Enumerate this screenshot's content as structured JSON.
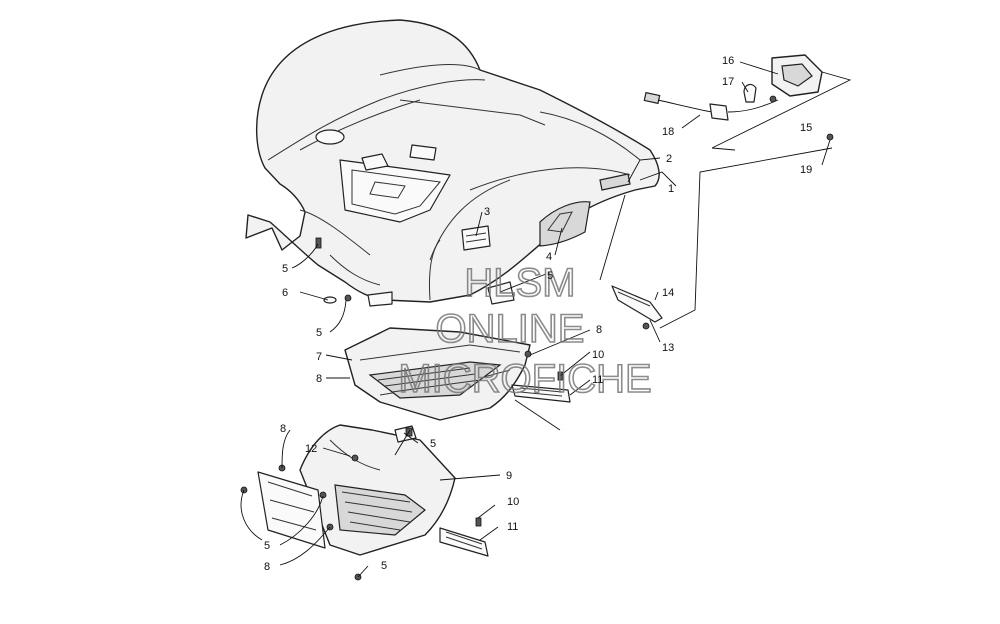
{
  "callouts": {
    "c1": "1",
    "c2": "2",
    "c3": "3",
    "c4": "4",
    "c5a": "5",
    "c5b": "5",
    "c5c": "5",
    "c5d": "5",
    "c5e": "5",
    "c5f": "5",
    "c6": "6",
    "c7": "7",
    "c8a": "8",
    "c8b": "8",
    "c8c": "8",
    "c8d": "8",
    "c9": "9",
    "c10a": "10",
    "c10b": "10",
    "c11a": "11",
    "c11b": "11",
    "c12": "12",
    "c13": "13",
    "c14": "14",
    "c15": "15",
    "c16": "16",
    "c17": "17",
    "c18": "18",
    "c19": "19"
  },
  "watermark": {
    "line1": "HLSM",
    "line2": "ONLINE",
    "line3": "MICROFICHE"
  },
  "colors": {
    "line": "#222222",
    "fill": "#f2f2f2",
    "watermark": "#777777"
  }
}
